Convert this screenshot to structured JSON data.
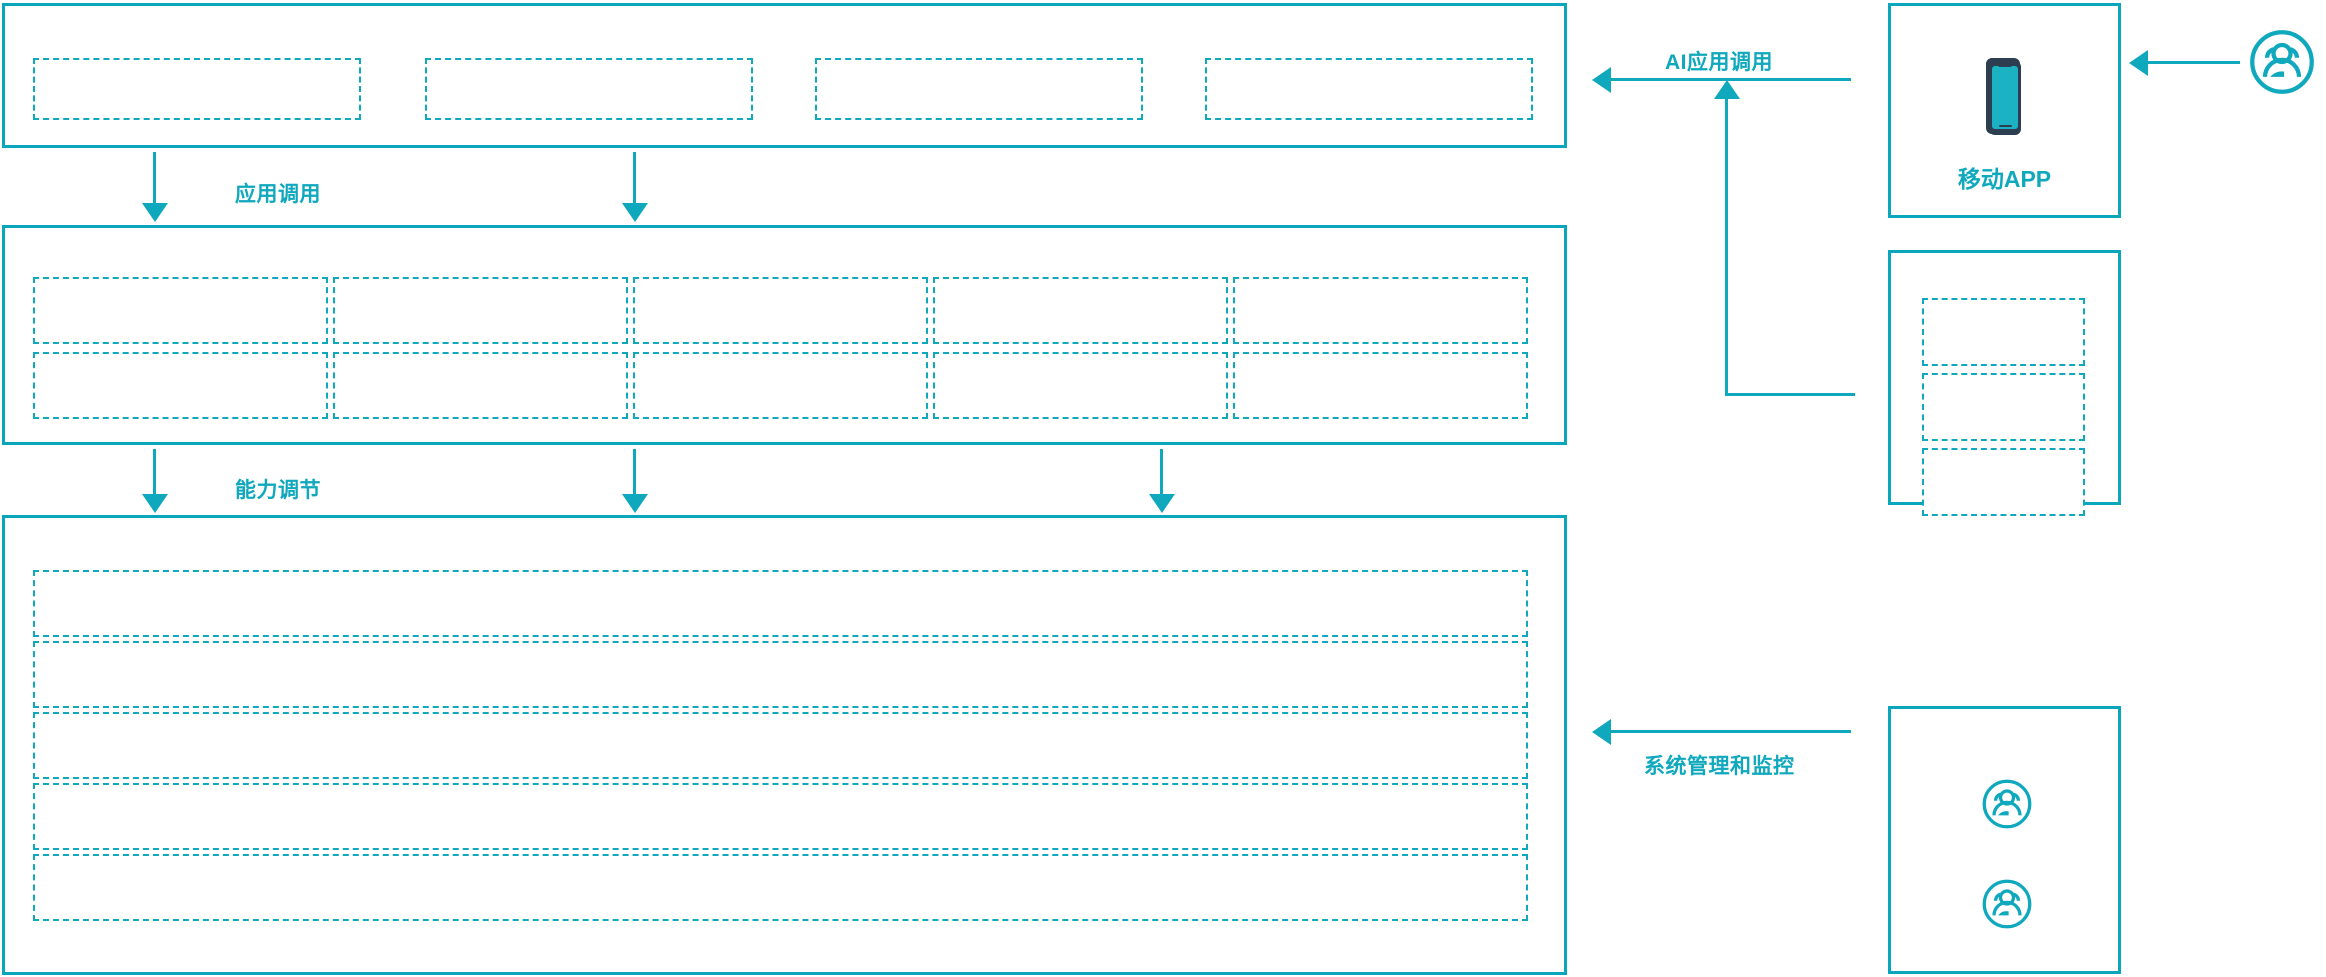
{
  "theme": {
    "accent": "#0AA6BC",
    "dash": "#0FA8BD",
    "phone_dark": "#2C3E50",
    "background": "#FFFFFF"
  },
  "diagram": {
    "title": "",
    "layers": [
      {
        "id": "application-layer",
        "name": "application-layer",
        "boxes": [
          {
            "label": ""
          },
          {
            "label": ""
          },
          {
            "label": ""
          },
          {
            "label": ""
          }
        ]
      },
      {
        "id": "capability-layer",
        "name": "capability-layer",
        "columns": 5,
        "rows": 2,
        "boxes": [
          {
            "label": ""
          },
          {
            "label": ""
          },
          {
            "label": ""
          },
          {
            "label": ""
          },
          {
            "label": ""
          },
          {
            "label": ""
          },
          {
            "label": ""
          },
          {
            "label": ""
          },
          {
            "label": ""
          },
          {
            "label": ""
          }
        ]
      },
      {
        "id": "infrastructure-layer",
        "name": "infrastructure-layer",
        "boxes": [
          {
            "label": ""
          },
          {
            "label": ""
          },
          {
            "label": ""
          },
          {
            "label": ""
          },
          {
            "label": ""
          }
        ]
      }
    ],
    "connector_labels": {
      "app_invoke": "应用调用",
      "capability_adjust": "能力调节",
      "ai_app_invoke": "AI应用调用",
      "system_manage_monitor": "系统管理和监控"
    },
    "right_panels": [
      {
        "id": "mobile-app-panel",
        "name": "mobile-app-panel",
        "caption": "移动APP",
        "icon": "smartphone-icon"
      },
      {
        "id": "service-list-panel",
        "name": "service-list-panel",
        "caption": "",
        "boxes": [
          {
            "label": ""
          },
          {
            "label": ""
          },
          {
            "label": ""
          }
        ]
      },
      {
        "id": "operations-users-panel",
        "name": "operations-users-panel",
        "caption": "",
        "icons": [
          {
            "name": "users-group-icon",
            "label": ""
          },
          {
            "name": "users-group-icon",
            "label": ""
          }
        ]
      }
    ],
    "actors": [
      {
        "id": "end-user",
        "name": "users-group-icon",
        "label": ""
      }
    ]
  }
}
